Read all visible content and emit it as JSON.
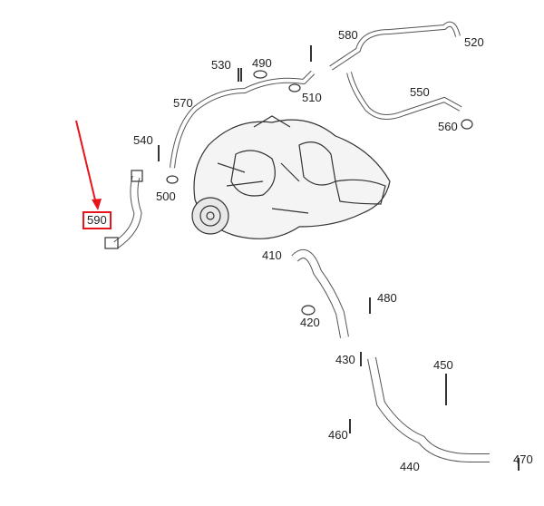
{
  "diagram": {
    "highlight_color": "#e8141b",
    "highlighted_part": "590",
    "labels": {
      "p520": "520",
      "p580": "580",
      "p530": "530",
      "p490": "490",
      "p510": "510",
      "p570": "570",
      "p550": "550",
      "p560": "560",
      "p540": "540",
      "p500": "500",
      "p590": "590",
      "p410": "410",
      "p480": "480",
      "p420": "420",
      "p430": "430",
      "p450": "450",
      "p460": "460",
      "p440": "440",
      "p470": "470"
    }
  }
}
